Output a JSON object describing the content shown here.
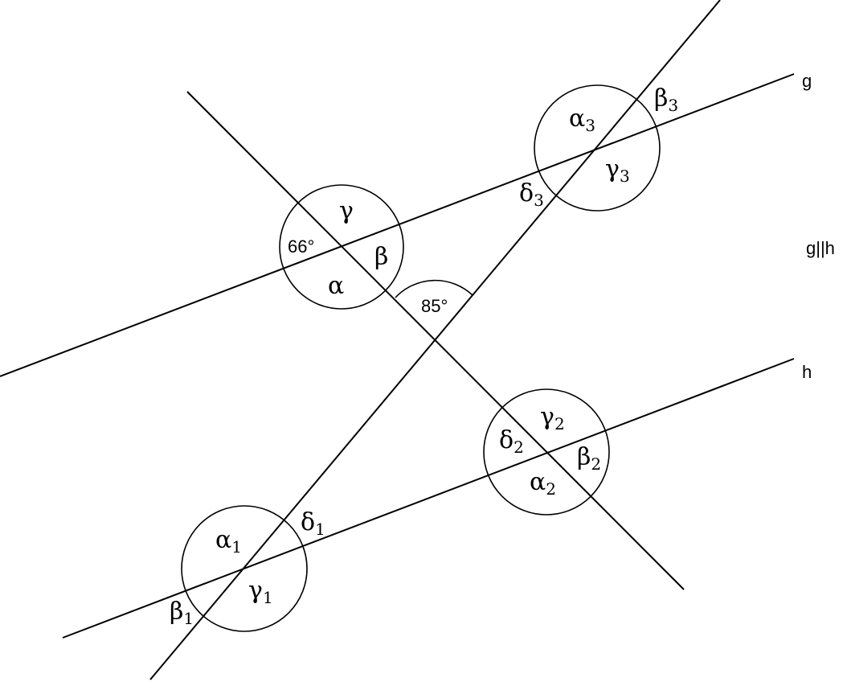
{
  "lines": {
    "g": "g",
    "h": "h"
  },
  "parallel_note": "g||h",
  "angles": {
    "given_left": "66°",
    "given_bottom": "85°",
    "top": {
      "alpha": "α",
      "beta": "β",
      "gamma": "γ"
    },
    "upper_right": {
      "alpha_base": "α",
      "alpha_sub": "3",
      "beta_base": "β",
      "beta_sub": "3",
      "gamma_base": "γ",
      "gamma_sub": "3",
      "delta_base": "δ",
      "delta_sub": "3"
    },
    "lower_right": {
      "alpha_base": "α",
      "alpha_sub": "2",
      "beta_base": "β",
      "beta_sub": "2",
      "gamma_base": "γ",
      "gamma_sub": "2",
      "delta_base": "δ",
      "delta_sub": "2"
    },
    "lower_left": {
      "alpha_base": "α",
      "alpha_sub": "1",
      "beta_base": "β",
      "beta_sub": "1",
      "gamma_base": "γ",
      "gamma_sub": "1",
      "delta_base": "δ",
      "delta_sub": "1"
    }
  }
}
